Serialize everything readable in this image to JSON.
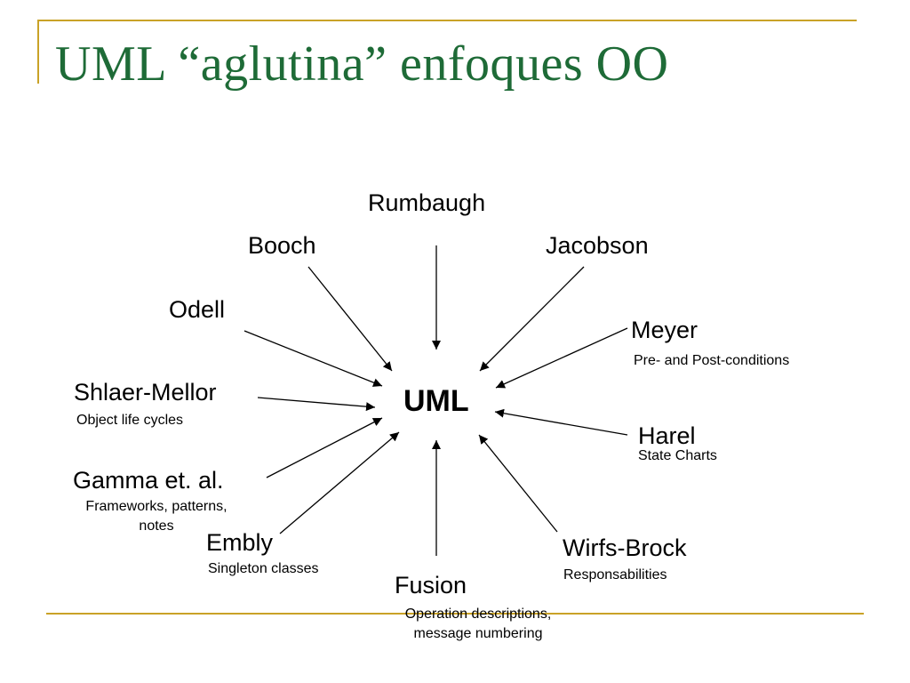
{
  "title": "UML “aglutina” enfoques OO",
  "colors": {
    "title": "#1e6b37",
    "accent": "#c9a227"
  },
  "center": "UML",
  "sources": {
    "rumbaugh": {
      "name": "Rumbaugh"
    },
    "booch": {
      "name": "Booch"
    },
    "jacobson": {
      "name": "Jacobson"
    },
    "odell": {
      "name": "Odell"
    },
    "meyer": {
      "name": "Meyer",
      "note": "Pre- and Post-conditions"
    },
    "shlaer_mellor": {
      "name": "Shlaer-Mellor",
      "note": "Object life cycles"
    },
    "harel": {
      "name": "Harel",
      "note": "State Charts"
    },
    "gamma": {
      "name": "Gamma et. al.",
      "note_line1": "Frameworks, patterns,",
      "note_line2": "notes"
    },
    "embly": {
      "name": "Embly",
      "note": "Singleton classes"
    },
    "wirfs_brock": {
      "name": "Wirfs-Brock",
      "note": "Responsabilities"
    },
    "fusion": {
      "name": "Fusion",
      "note_line1": "Operation descriptions,",
      "note_line2": "message numbering"
    }
  }
}
